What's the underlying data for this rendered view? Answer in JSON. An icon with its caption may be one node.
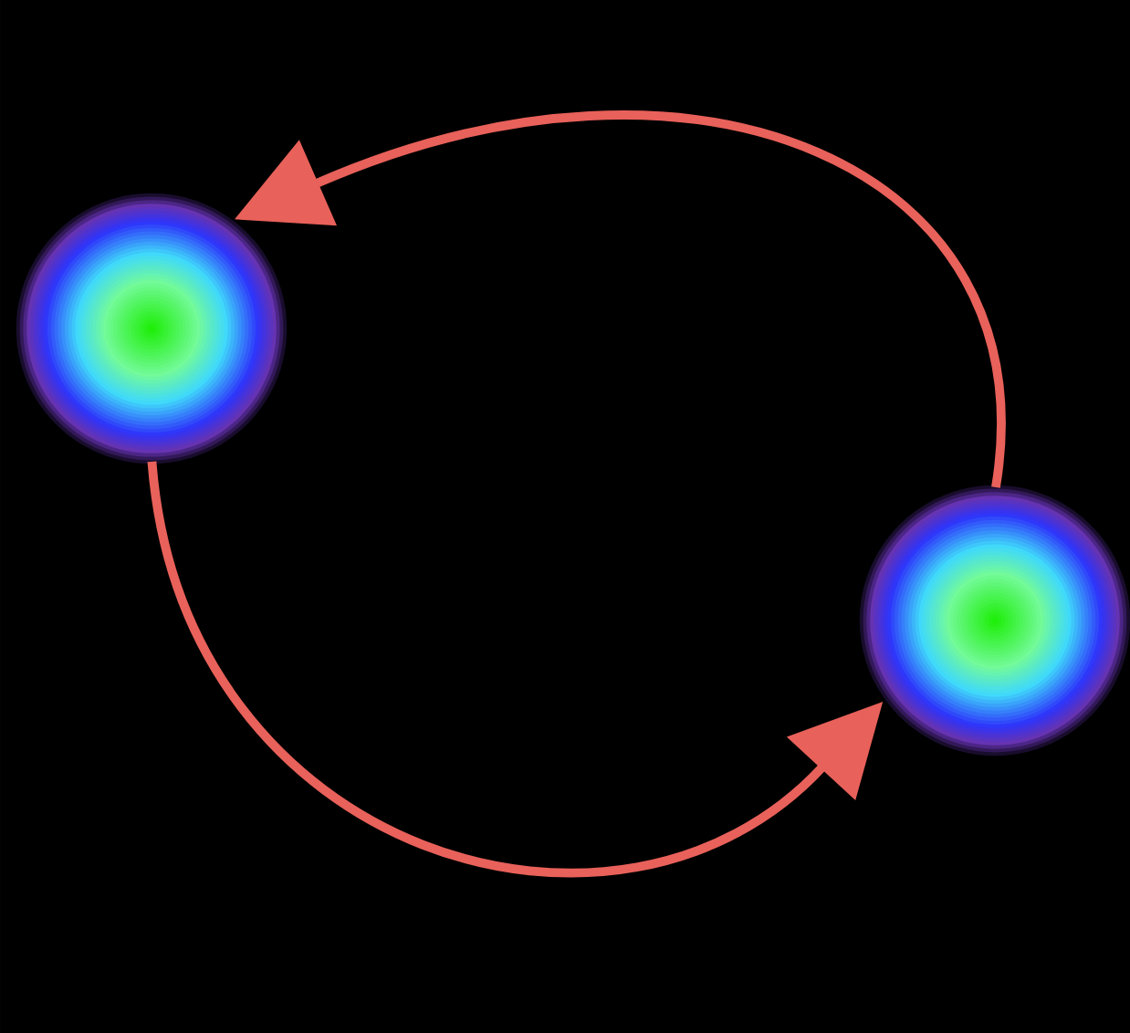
{
  "diagram": {
    "nodes": [
      {
        "text": [],
        "shape": "circle"
      },
      {
        "text": [],
        "shape": "circle"
      }
    ],
    "edges": [
      {
        "from": 1,
        "to": 0,
        "arrow": "to"
      },
      {
        "from": 0,
        "to": 1,
        "arrow": "to"
      }
    ]
  }
}
